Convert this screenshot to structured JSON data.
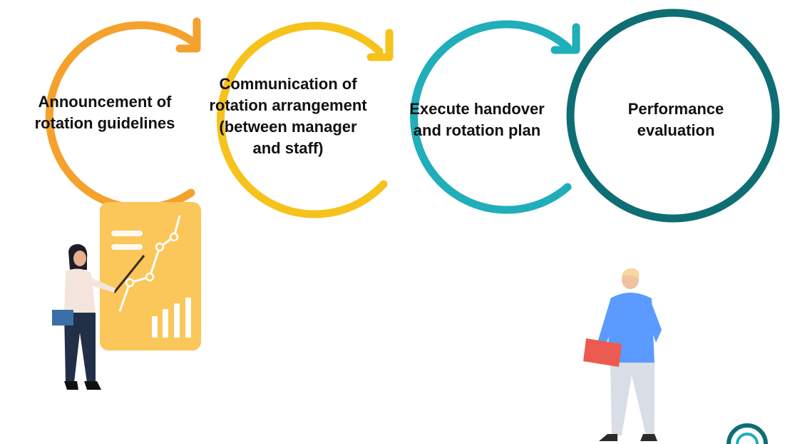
{
  "steps": [
    {
      "label": "Announcement of\nrotation guidelines",
      "color": "#F4A12D"
    },
    {
      "label": "Communication of\nrotation arrangement\n(between manager\nand staff)",
      "color": "#F6C21C"
    },
    {
      "label": "Execute handover\nand rotation plan",
      "color": "#1FAEBA"
    },
    {
      "label": "Performance\nevaluation",
      "color": "#0E6E74"
    }
  ],
  "illustrations": {
    "presenter": "woman-presenting-chart-illustration",
    "evaluator": "man-holding-folder-illustration",
    "logo": "corner-logo-icon"
  }
}
